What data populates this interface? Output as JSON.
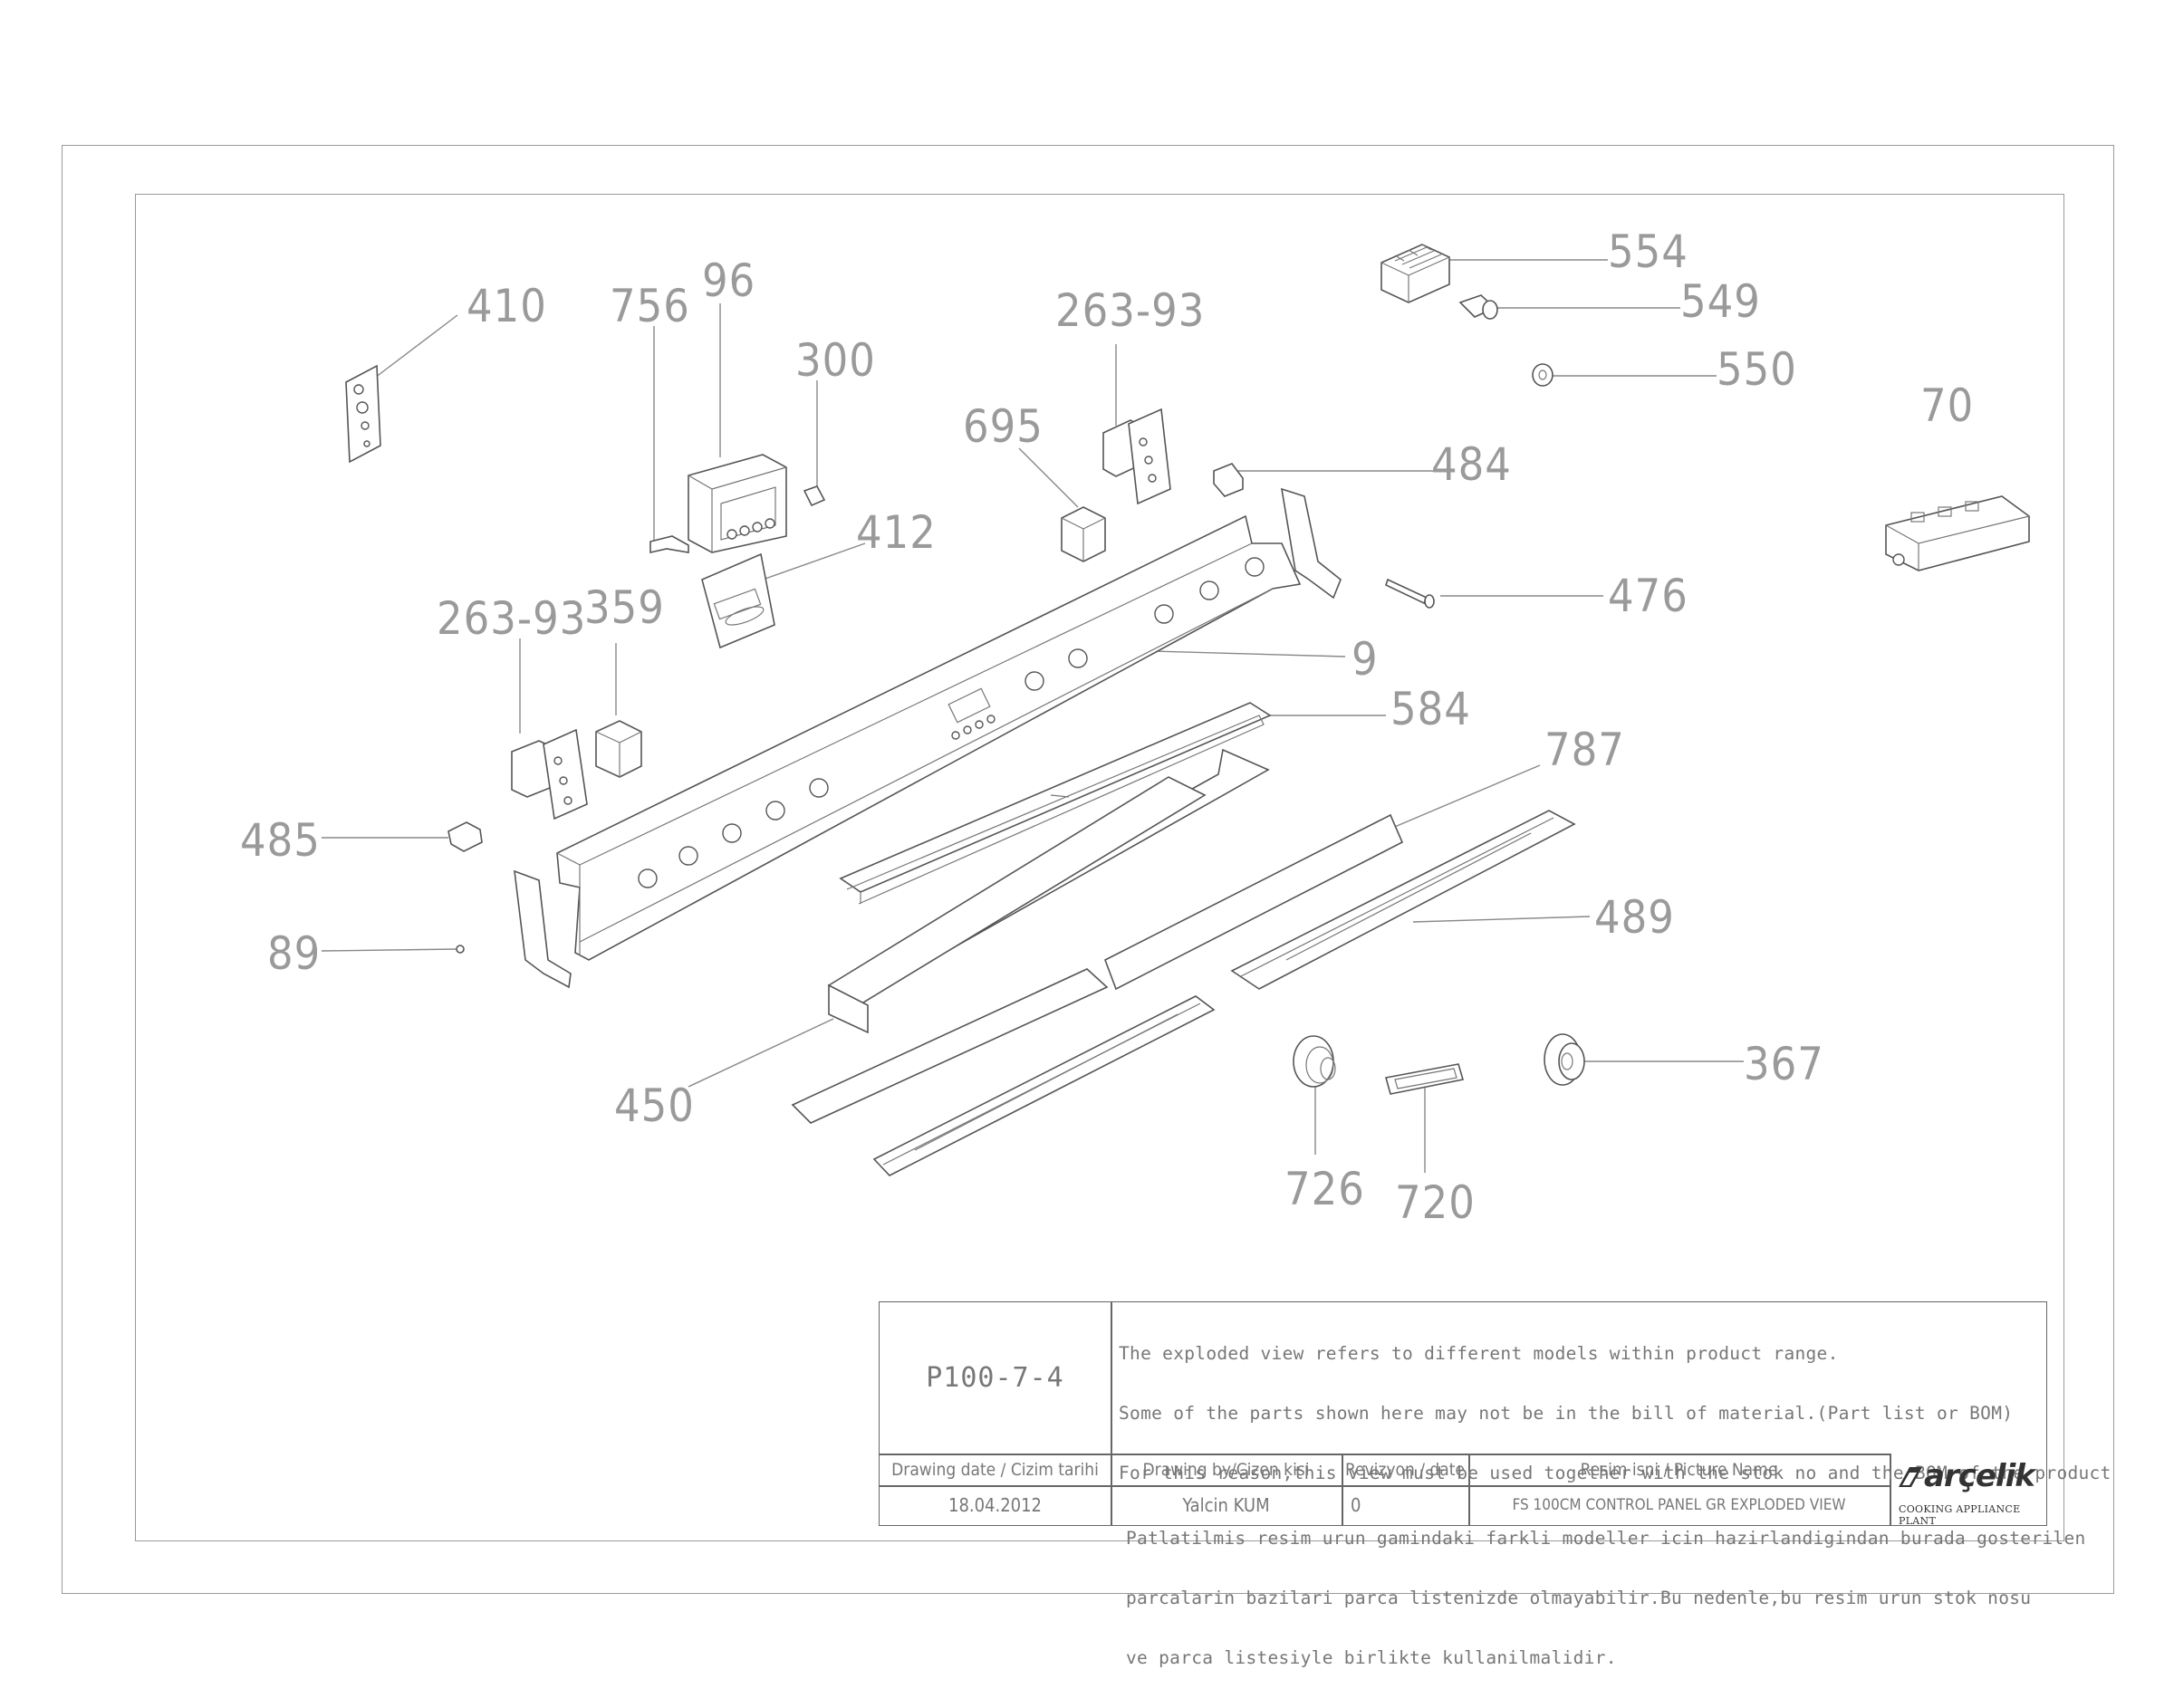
{
  "callouts": [
    "410",
    "756",
    "96",
    "300",
    "263-93",
    "695",
    "554",
    "549",
    "550",
    "70",
    "484",
    "412",
    "476",
    "263-93",
    "359",
    "9",
    "584",
    "787",
    "485",
    "489",
    "89",
    "367",
    "450",
    "726",
    "720"
  ],
  "title_block": {
    "drawing_code": "P100-7-4",
    "notes_en": [
      "The exploded view refers to different models within product range.",
      "Some of the parts shown here may not be in the bill of material.(Part list or BOM)",
      "For this reason,this view must be used together with the stok no and the BOM of the product"
    ],
    "notes_tr": [
      "Patlatilmis resim urun gamindaki farkli modeller icin hazirlandigindan burada gosterilen",
      "parcalarin bazilari parca listenizde olmayabilir.Bu nedenle,bu resim urun stok nosu",
      "ve parca listesiyle birlikte kullanilmalidir."
    ],
    "headers": {
      "drawing_date": "Drawing date / Cizim tarihi",
      "drawing_by": "Drawing by/Cizen kisi",
      "revision": "Revizyon / date",
      "picture_name": "Resim isni / Picture Name"
    },
    "values": {
      "drawing_date": "18.04.2012",
      "drawing_by": "Yalcin KUM",
      "revision": "0",
      "picture_name": "FS 100CM CONTROL PANEL GR EXPLODED VIEW"
    },
    "logo": {
      "brand": "arçelik",
      "subtitle": "COOKING APPLIANCE PLANT"
    }
  },
  "colors": {
    "line": "#555555",
    "callout": "#9a9a9a",
    "frame": "#9a9a9a"
  }
}
